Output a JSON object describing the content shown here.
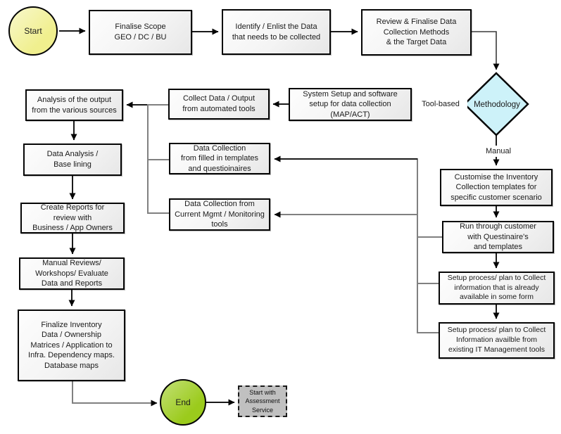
{
  "diagram": {
    "type": "flowchart",
    "nodes": {
      "start": {
        "label": "Start",
        "shape": "circle"
      },
      "finalise_scope": {
        "label": "Finalise Scope\nGEO / DC / BU",
        "shape": "process"
      },
      "identify_data": {
        "label": "Identify / Enlist the Data\nthat needs to be collected",
        "shape": "process"
      },
      "review_methods": {
        "label": "Review & Finalise Data\nCollection Methods\n& the Target Data",
        "shape": "process"
      },
      "methodology": {
        "label": "Methodology",
        "shape": "decision"
      },
      "system_setup": {
        "label": "System Setup and software\nsetup for data collection\n(MAP/ACT)",
        "shape": "process"
      },
      "collect_data": {
        "label": "Collect Data / Output\nfrom automated tools",
        "shape": "process"
      },
      "analysis_output": {
        "label": "Analysis of the output\nfrom the various sources",
        "shape": "process"
      },
      "data_analysis": {
        "label": "Data Analysis  /\nBase lining",
        "shape": "process"
      },
      "dc_templates": {
        "label": "Data Collection\nfrom filled in  templates\nand questioinaires",
        "shape": "process"
      },
      "dc_mgmt_tools": {
        "label": "Data Collection from\nCurrent Mgmt / Monitoring\ntools",
        "shape": "process"
      },
      "create_reports": {
        "label": "Create Reports for\nreview with\nBusiness / App Owners",
        "shape": "process"
      },
      "manual_reviews": {
        "label": "Manual Reviews/\nWorkshops/ Evaluate\nData and Reports",
        "shape": "process"
      },
      "finalize_inventory": {
        "label": "Finalize Inventory\nData / Ownership\nMatrices / Application to\nInfra. Dependency maps.\nDatabase maps",
        "shape": "process"
      },
      "customise_templates": {
        "label": "Customise the Inventory\nCollection templates for\nspecific customer scenario",
        "shape": "process"
      },
      "run_through_customer": {
        "label": "Run through customer\nwith Questinaire's\nand templates",
        "shape": "process"
      },
      "setup_already_available": {
        "label": "Setup process/ plan to Collect\ninformation that is already\navailable in some form",
        "shape": "process"
      },
      "setup_it_mgmt": {
        "label": "Setup process/ plan to Collect\nInformation availble  from\nexisting IT Management  tools",
        "shape": "process"
      },
      "end": {
        "label": "End",
        "shape": "circle"
      },
      "assessment_service": {
        "label": "Start with\nAssessment\nService",
        "shape": "dashed"
      }
    },
    "edge_labels": {
      "tool_based": "Tool-based",
      "manual": "Manual"
    },
    "colors": {
      "start_fill": "#F0EF8E",
      "end_fill": "#9BCB1C",
      "decision_fill": "#CDF2F9",
      "process_fill": "#F2F2F2",
      "assessment_fill": "#C0C0C0",
      "line": "#1A1A1A",
      "line_gray": "#808080"
    }
  }
}
